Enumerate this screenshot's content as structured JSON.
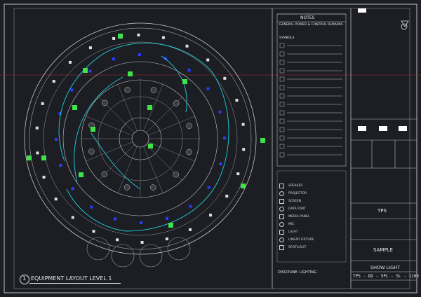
{
  "notes": {
    "title": "NOTES",
    "general_heading": "GENERAL POWER & CONTROL REMARKS",
    "symbols_heading": "SYMBOLS"
  },
  "legend_labels": [
    "SPEAKER",
    "PROJECTOR",
    "SCREEN",
    "DATA PORT",
    "MEDIA PANEL",
    "MIC",
    "LIGHT",
    "LINEAR FIXTURE",
    "SPOTLIGHT"
  ],
  "discipline": "DISCIPLINE: LIGHTING",
  "title_block": {
    "project": "TPS",
    "drawing": "SAMPLE",
    "sheet_title": "SHOW LIGHT",
    "sheet_number": "TPS - DD - SPL - SL - 1100"
  },
  "view_title": {
    "number": "1",
    "label": "EQUIPMENT LAYOUT LEVEL 1"
  },
  "colors": {
    "background": "#1c1e24",
    "linework": "#c8c8c8",
    "cyan": "#1fd0d8",
    "green": "#3ee34a",
    "blue": "#2a3cff",
    "red": "#c83a3a"
  }
}
